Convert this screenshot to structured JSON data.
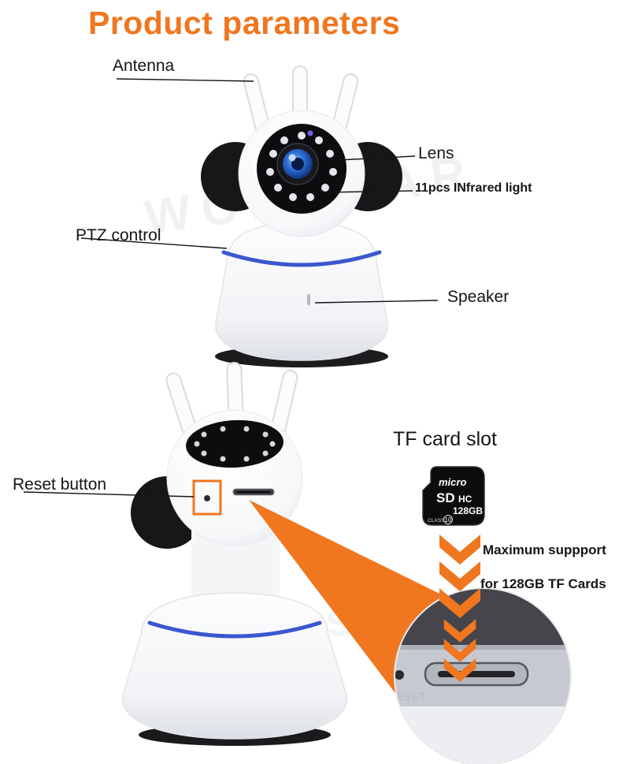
{
  "page": {
    "title": "Product parameters",
    "watermark": "WONSDAR"
  },
  "callouts": {
    "antenna": "Antenna",
    "lens": "Lens",
    "infrared": "11pcs INfrared light",
    "ptz": "PTZ control",
    "speaker": "Speaker",
    "reset": "Reset button"
  },
  "tf_section": {
    "heading": "TF card slot",
    "support_line1": "Maximum suppport",
    "support_line2": "for 128GB TF Cards"
  },
  "sd_card": {
    "brand": "micro",
    "logo": "SD",
    "logo_suffix": "HC",
    "capacity": "128GB",
    "class_label": "CLASS",
    "class_number": "10"
  },
  "zoom_detail": {
    "reset_label": "RESET"
  },
  "colors": {
    "accent_orange": "#F0761F",
    "ring_blue": "#3A57D0",
    "lens_blue": "#2F6FD8"
  }
}
